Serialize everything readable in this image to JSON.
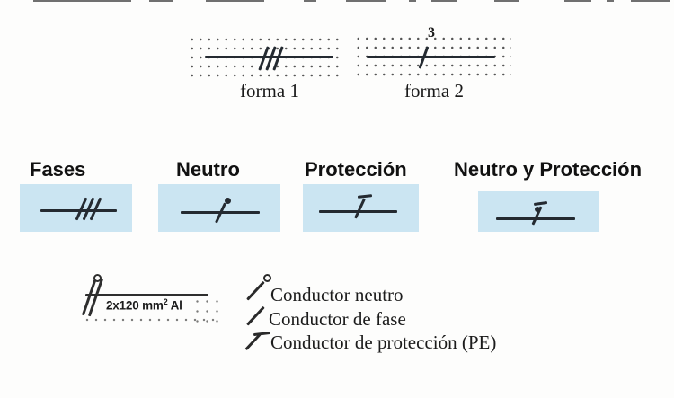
{
  "forma_section": {
    "forma1_label": "forma 1",
    "forma2_label": "forma 2",
    "forma2_phase_count": "3"
  },
  "conductor_types": [
    {
      "label": "Fases",
      "symbol": "three-slashes"
    },
    {
      "label": "Neutro",
      "symbol": "slash-with-dot"
    },
    {
      "label": "Protección",
      "symbol": "slash-with-tbar"
    },
    {
      "label": "Neutro y Protección",
      "symbol": "slash-with-dot-and-tbar"
    }
  ],
  "cable_example": {
    "size_prefix": "2x120 mm",
    "size_exponent": "2",
    "size_suffix": " Al"
  },
  "legend": [
    {
      "symbol": "slash-with-circle",
      "label": "Conductor neutro"
    },
    {
      "symbol": "slash",
      "label": "Conductor de fase"
    },
    {
      "symbol": "slash-with-tbar",
      "label": "Conductor de protección (PE)"
    }
  ],
  "colors": {
    "highlight_blue": "#cbe5f2",
    "ink": "#242a31"
  }
}
